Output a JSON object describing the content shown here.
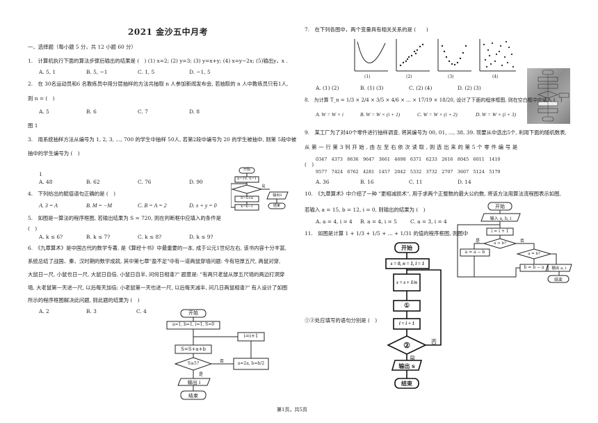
{
  "header": {
    "title": "2021 金沙五中月考"
  },
  "sec1": "一、选择题（每小题 5 分，共 12 小题 60 分）",
  "q1": {
    "stem": "1.　计算机执行下面的算法步骤后输出的结果是 (　) (1) x=2; (2) y=3; (3) y=x+y; (4) x=y−2x; (5)输出y，x .",
    "opts": [
      "A.  5, 1",
      "B.  5, −1",
      "C.  1, 5",
      "D.  −1, 5"
    ]
  },
  "q2": {
    "stem": "2.　在 30名运动员和6 名教练员中用分层抽样的方法共抽取 n 人参加新闻发布会, 若抽取的 n 人中教练员只有1人,",
    "stem2": "则 n = (　)",
    "opts": [
      "A.  5",
      "B.  6",
      "C.  7",
      "D.  8"
    ]
  },
  "fig1": "图 1",
  "q3": {
    "stem": "3.　用系统抽样方法从编号为 1, 2, 3, ..., 700 的学生中抽样 50人, 若第2段中编号为 20 的学生被抽中, 则第 5段中被",
    "stem2": "抽中的学生编号为 (　)",
    "opts": [
      "A.  48",
      "B.  62",
      "C.  76",
      "D.  90"
    ]
  },
  "q3num": "1",
  "q4": {
    "stem": "4.　下列给出的赋值语句正确的是 (　)",
    "opts": [
      "A.  3 = A",
      "B.  M = −M",
      "C.  B = A = 2",
      "D.  x + y = 0"
    ]
  },
  "q5": {
    "stem": "5.　如图是一算法的程序框图, 若输出结果为 S = 720, 则在判断框中应填入的条件是",
    "stem2": "(　)",
    "opts": [
      "A.  k ≤ 6?",
      "B.  k ≤ 7?",
      "C.  k ≤ 8?",
      "D.  k ≤ 9?"
    ]
  },
  "q6": {
    "lines": [
      "6.　《九章算术》是中国古代的数学专著, 是《算经十书》中最重要的一本, 成于公元1世纪左右, 该书内容十分丰富,",
      "系统总结了战国、秦、汉时期的数学成就, 其中第七章\"盈不足\"中有一道两鼠穿墙问题: 今有垣厚五尺, 两鼠对穿,",
      "大鼠日一尺, 小鼠也日一尺, 大鼠日自倍, 小鼠日自半, 问何日相逢?\" 题意是: \"有两只老鼠从厚五尺墙的两边打洞穿",
      "墙, 大老鼠第一天进一尺, 以后每天加倍; 小老鼠第一天也进一尺, 以后每天减半, 问几日两鼠相逢?\" 有人设计了如图",
      "所示的程序框图解决此问题, 则此题的结果为 (　)"
    ],
    "opts": [
      "A.  2",
      "B.  3",
      "C.  4"
    ]
  },
  "q7": {
    "stem": "7.　在下列各图中，两个变量具有相关关系的是 (　　)",
    "labels": [
      "(1)",
      "(2)",
      "(3)",
      "(4)"
    ],
    "opts": [
      "A.  (1) (2)",
      "B.  (1) (3)",
      "C.  (2) (4)",
      "D.  (2) (3)"
    ]
  },
  "q8": {
    "stem": "8.　为计算 T_n = 1/3 × 2/4 × 3/5 × 4/6 × ... × 17/19 × 18/20, 设计了下面的程序框图, 则在空白框中应填入 (　)",
    "opts": [
      "A.  W = W × i",
      "B.  W = W × (i + 1)",
      "C.  W = W × (i + 2)",
      "D.  W = W × (i + 3)"
    ]
  },
  "q9": {
    "stem": "9.　某工厂为了对40个零件进行抽样调查, 将其编号为 00, 01, ..., 38, 39. 现要从中选出5个, 利用下面的随机数表,",
    "stem2": "从 第 一 行 第 3 列 开 始 , 由 左 至 右 依 次 读 取 , 则 选 出 来 的 第 5 个 零 件 编 号 是",
    "row1": "0347　4373　8636　9647　3661　4698　6371　6233　2616　8045　6011　1410",
    "paren": "(　)",
    "row2": "9577　7424　6762　4281　1457　2042　5332　3732　2707　3607　5124　5179",
    "opts": [
      "A.  36",
      "B.  16",
      "C.  11",
      "D.  14"
    ]
  },
  "q10": {
    "stem": "10.　《九章算术》中介绍了一种 \"更相减损术\", 用于求两个正整数的最大公约数, 将该方法用算法流程图表示如图,",
    "stem2": "若输入 a = 15, b = 12, i = 0, 则输出的结果为 (　)",
    "opts": [
      "A.  a = 4, i = 4",
      "B.  a = 4, i = 5",
      "C.  a = 3, i = 4"
    ]
  },
  "q11": {
    "stem": "11.　如图是计算 1 + 1/3 + 1/5 + ... + 1/31 的值的程序框图, 则图中",
    "stem2": "①②处应填写的语句分别是 (　)"
  },
  "fc5": {
    "start": "开始",
    "init": "k=10, S=1",
    "cond": "是",
    "s": "S=S×k",
    "k": "k=k−1",
    "out": "输出S",
    "end": "结束"
  },
  "fc6": {
    "start": "开始",
    "init": "a=1, b=1, i=1, S=0",
    "s": "S=S+a+b",
    "i": "i=i+1",
    "cond": "S≥5?",
    "no": "否",
    "yes": "是",
    "upd": "a=2a, b=b/2",
    "out": "输出 i",
    "end": "结束"
  },
  "fc10": {
    "start": "开始",
    "input": "输入 a, b, i",
    "i": "i = i + 1",
    "c1": "a > b?",
    "yes": "是",
    "no": "否",
    "a": "a = a − b",
    "c2": "a = b?",
    "b": "b = b − a",
    "out": "输出 a, i",
    "end": "结束"
  },
  "fc11": {
    "start": "开始",
    "init": "s = 0, n = 1, i = 1",
    "s": "s = s + 1/n",
    "one": "①",
    "i": "i = i + 1",
    "two": "②",
    "no": "否",
    "yes": "是",
    "out": "输出 s",
    "end": "结束"
  },
  "footer": "第1页，共5页"
}
